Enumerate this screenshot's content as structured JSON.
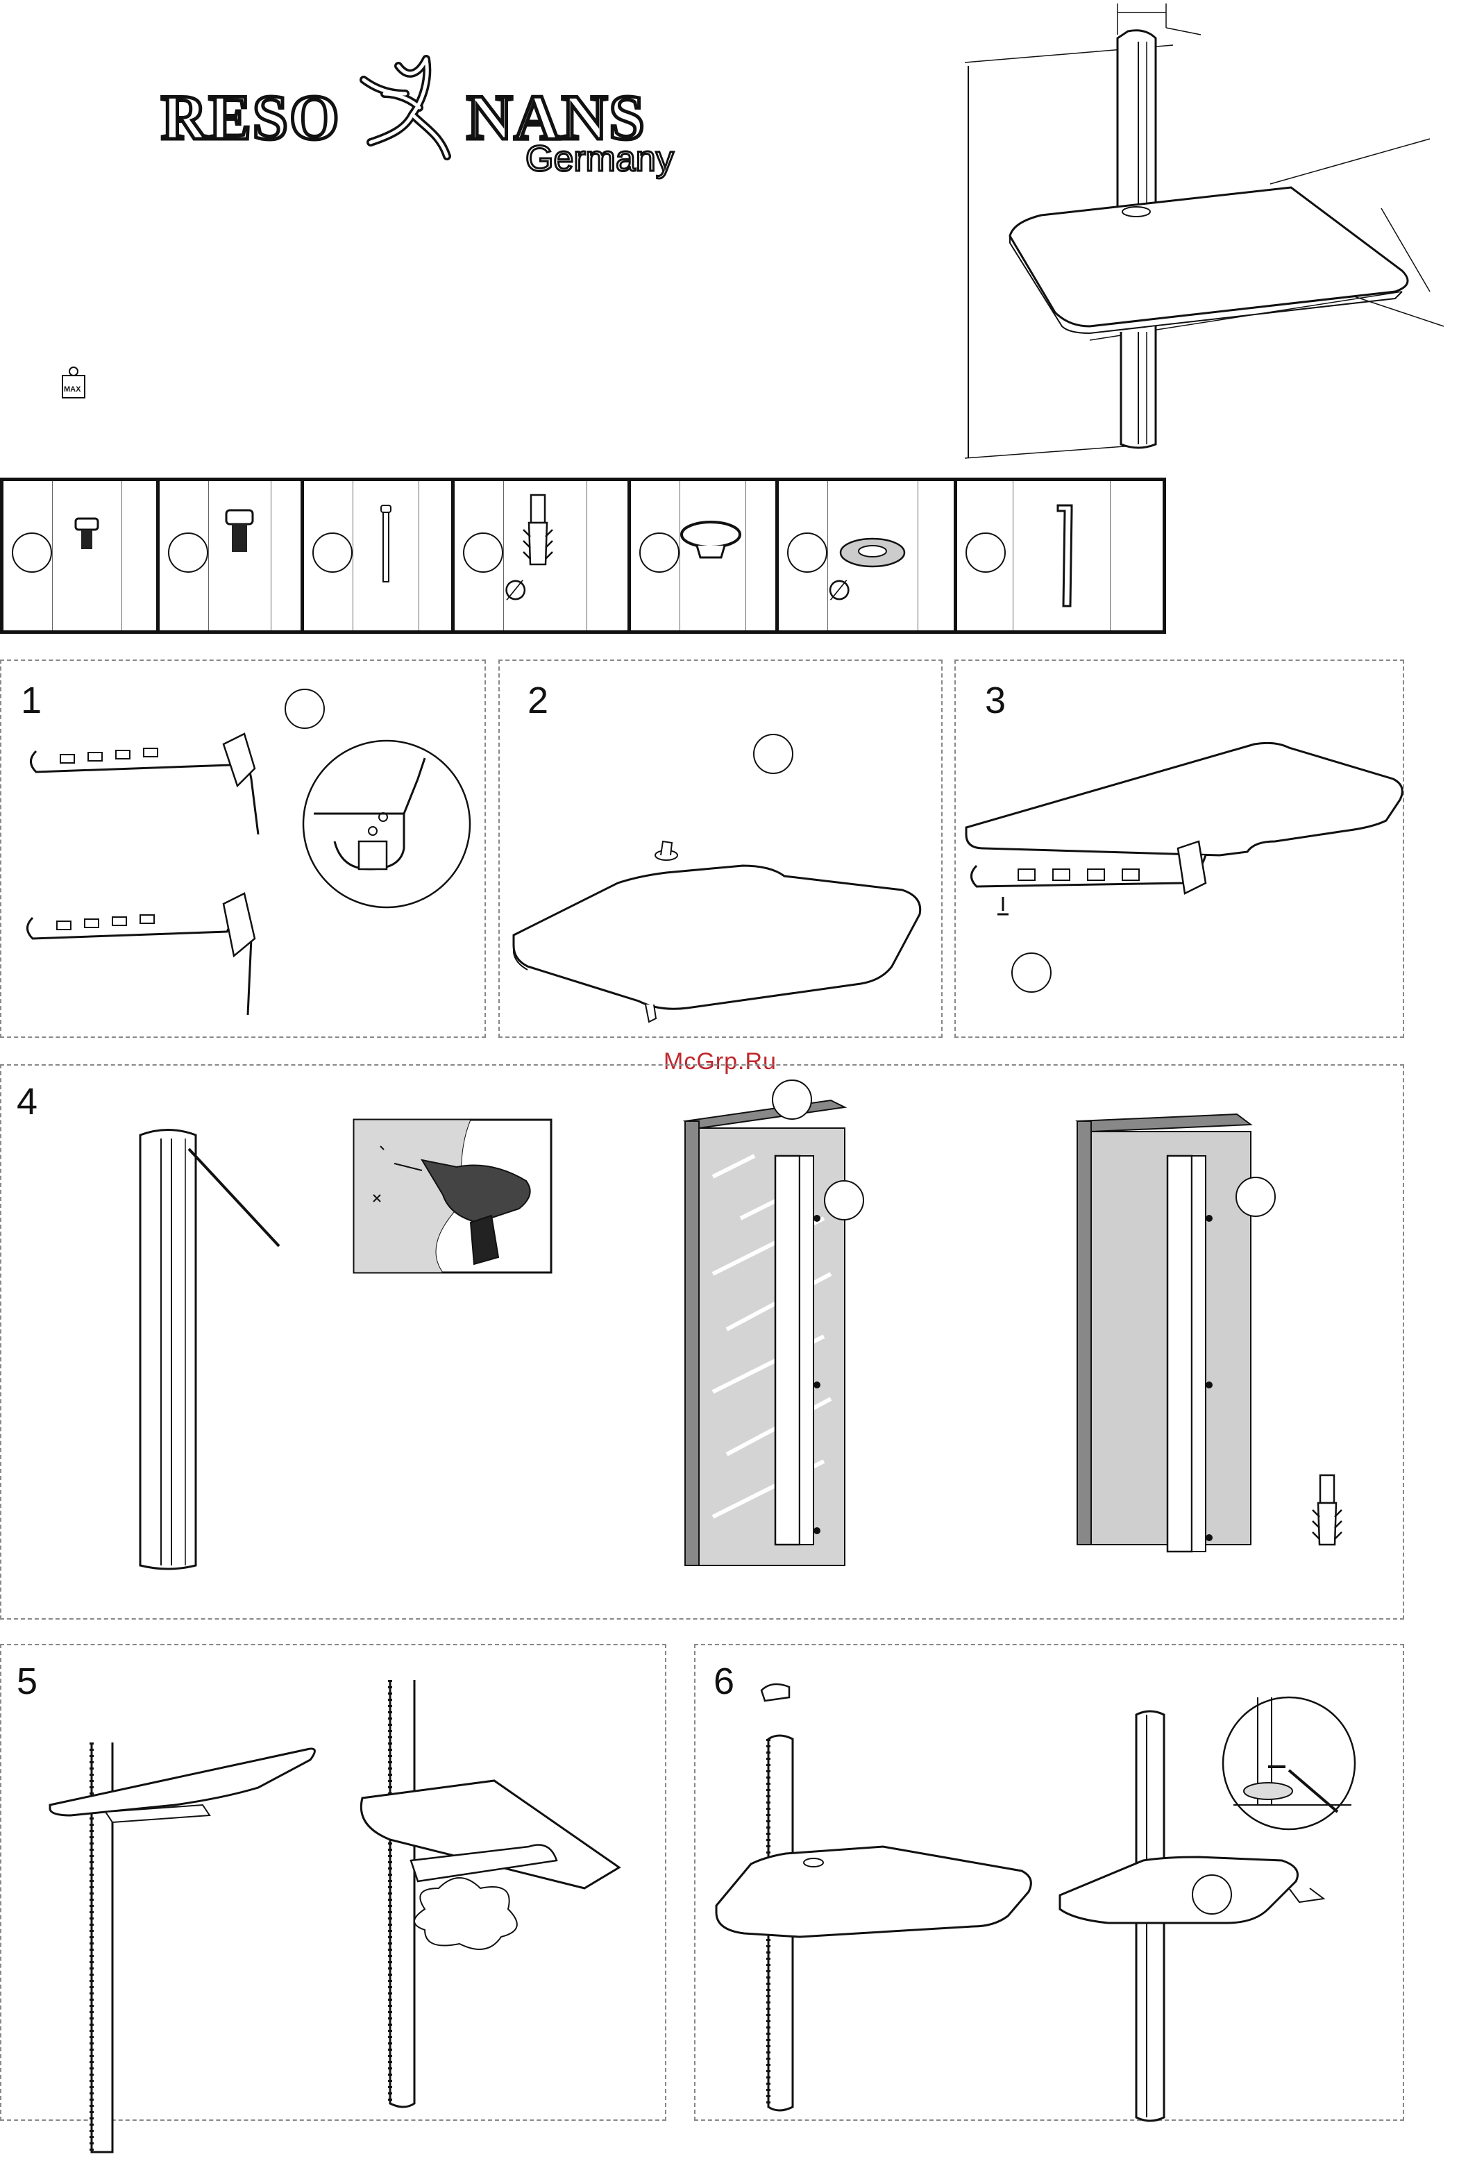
{
  "header": {
    "brand_left": "RESO",
    "brand_right": "NANS",
    "brand_sub": "Germany",
    "weight_label": "MAX"
  },
  "parts": {
    "diameter_symbol": "∅"
  },
  "steps": [
    "1",
    "2",
    "3",
    "4",
    "5",
    "6"
  ],
  "watermark": "McGrp.Ru"
}
